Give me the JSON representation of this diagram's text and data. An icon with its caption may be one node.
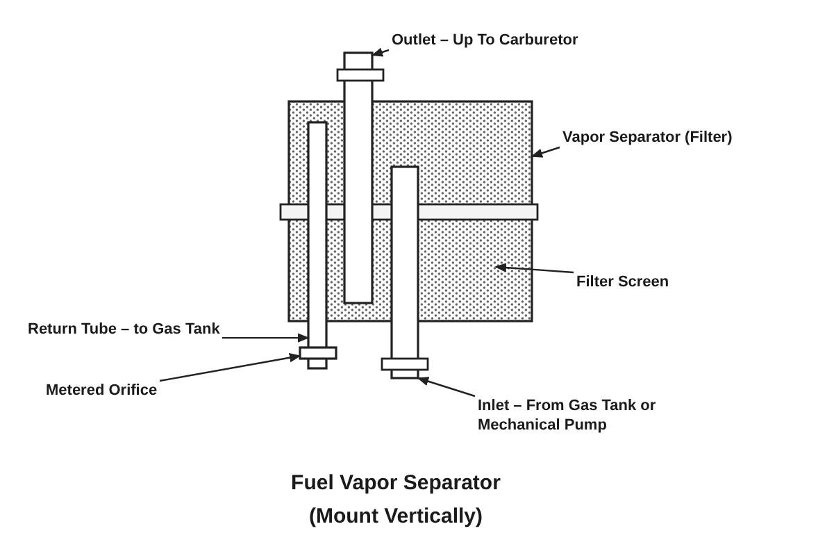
{
  "diagram": {
    "caption": "Fuel Vapor Separator (Mount Vertically)",
    "nodes": [
      {
        "text": [
          "Outlet – Up To Carburetor"
        ]
      },
      {
        "text": [],
        "shape": "box"
      },
      {
        "text": [
          "Vapor Separator (Filter)"
        ]
      },
      {
        "text": [],
        "shape": "box"
      },
      {
        "text": [
          "Filter Screen"
        ]
      },
      {
        "text": [
          "Return Tube – to Gas Tank"
        ]
      },
      {
        "text": [],
        "shape": "box"
      },
      {
        "text": [
          "Metered Orifice"
        ]
      },
      {
        "text": [],
        "shape": "box"
      },
      {
        "text": [
          "Inlet – From Gas Tank or Mechanical Pump"
        ]
      },
      {
        "text": [],
        "shape": "box"
      }
    ],
    "edges": [
      {
        "from": 0,
        "to": 1,
        "arrow": "to"
      },
      {
        "from": 2,
        "to": 3,
        "arrow": "to"
      },
      {
        "from": 4,
        "to": 3,
        "arrow": "to"
      },
      {
        "from": 5,
        "to": 6,
        "arrow": "to"
      },
      {
        "from": 7,
        "to": 8,
        "arrow": "to"
      },
      {
        "from": 9,
        "to": 10,
        "arrow": "to"
      }
    ]
  }
}
